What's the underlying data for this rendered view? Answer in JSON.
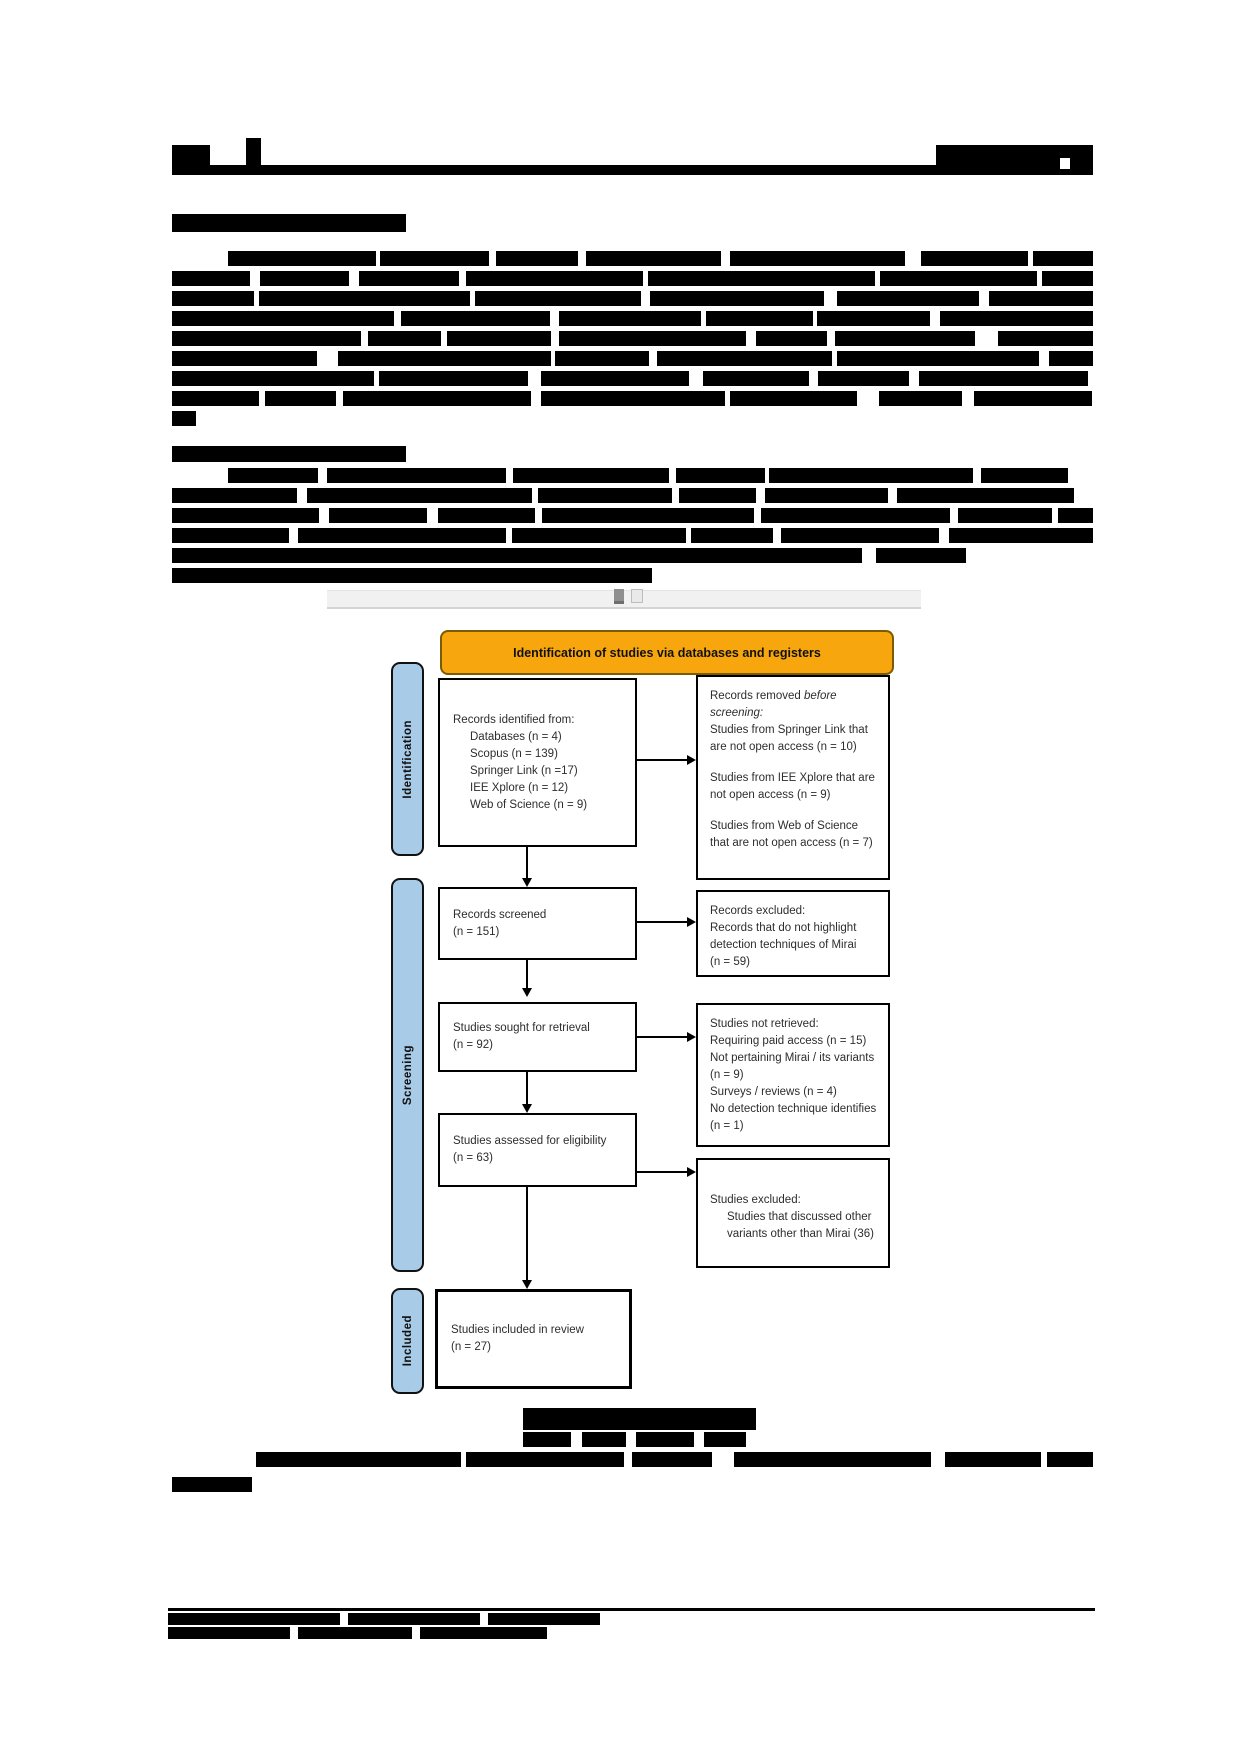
{
  "embed_toolbar": {
    "icons": [
      "embed-toolbar-icon-filled",
      "embed-toolbar-icon-outline"
    ]
  },
  "flow": {
    "title": "Identification of studies via databases and registers",
    "colors": {
      "header_fill": "#F7A70D",
      "header_border": "#7A5C00",
      "stage_fill": "#A8CBE8",
      "box_border": "#000000"
    },
    "stages": [
      "Identification",
      "Screening",
      "Included"
    ],
    "identified": {
      "l0": "Records identified from:",
      "l1": "Databases (n = 4)",
      "l2": "Scopus (n = 139)",
      "l3": "Springer Link (n =17)",
      "l4": "IEE Xplore (n = 12)",
      "l5": "Web of Science (n = 9)"
    },
    "removed": {
      "i1a": "Records removed ",
      "i1b": "before",
      "i2": "screening:",
      "p1a": "Studies from Springer Link that",
      "p1b": "are not open access (n = 10)",
      "p2a": "Studies from IEE Xplore that are",
      "p2b": "not open access (n = 9)",
      "p3a": "Studies from Web of Science",
      "p3b": "that are not open access (n = 7)"
    },
    "screened": {
      "l0": "Records screened",
      "l1": "(n = 151)"
    },
    "excluded1": {
      "l0": "Records excluded:",
      "l1": "Records that do not highlight",
      "l2": "detection techniques of Mirai",
      "l3": "(n = 59)"
    },
    "retrieval": {
      "l0": "Studies sought for retrieval",
      "l1": "(n = 92)"
    },
    "notretrieved": {
      "l0": "Studies not retrieved:",
      "l1": "Requiring paid access (n = 15)",
      "l2": "Not pertaining Mirai / its variants",
      "l3": "(n = 9)",
      "l4": "Surveys / reviews (n = 4)",
      "l5": "No detection technique identifies",
      "l6": "(n = 1)"
    },
    "eligibility": {
      "l0": "Studies assessed for eligibility",
      "l1": "(n = 63)"
    },
    "excluded2": {
      "l0": "Studies excluded:",
      "l1": "Studies that discussed other",
      "l2": "variants other than Mirai (36)"
    },
    "included": {
      "l0": "Studies included in review",
      "l1": "(n = 27)"
    }
  }
}
